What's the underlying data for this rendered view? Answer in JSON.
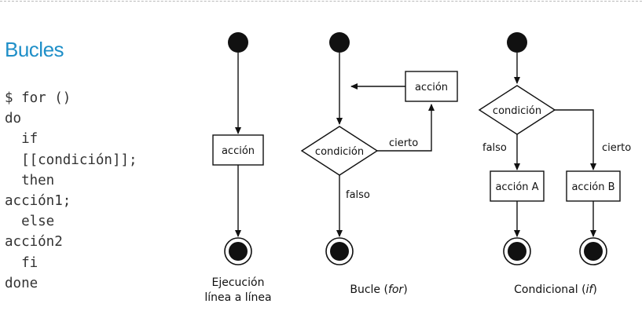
{
  "title": "Bucles",
  "code_lines": [
    "$ for ()",
    "do",
    "  if",
    "  [[condición]];",
    "  then",
    "acción1;",
    "  else",
    "acción2",
    "  fi",
    "done"
  ],
  "diagram": {
    "linear": {
      "action": "acción",
      "caption_line1": "Ejecución",
      "caption_line2": "línea a línea"
    },
    "loop": {
      "action": "acción",
      "condition": "condición",
      "true_label": "cierto",
      "false_label": "falso",
      "caption_text": "Bucle (",
      "caption_keyword": "for",
      "caption_close": ")"
    },
    "conditional": {
      "condition": "condición",
      "false_label": "falso",
      "true_label": "cierto",
      "action_a": "acción A",
      "action_b": "acción B",
      "caption_text": "Condicional (",
      "caption_keyword": "if",
      "caption_close": ")"
    }
  }
}
